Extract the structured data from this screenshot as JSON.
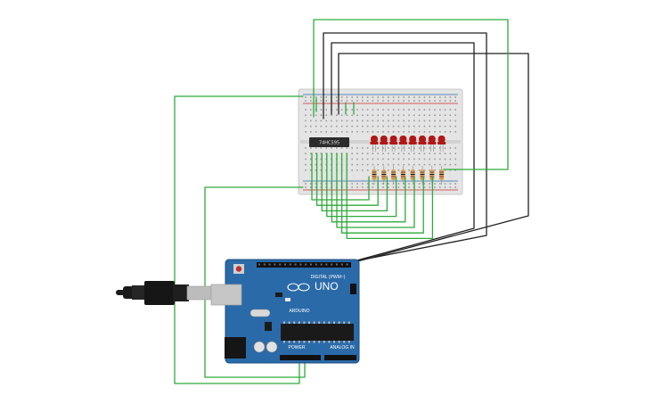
{
  "breadboard": {
    "rows": 10,
    "cols": 30
  },
  "shift_register": {
    "label": "74HC595"
  },
  "leds": {
    "count": 8,
    "color": "#b01818"
  },
  "resistors": {
    "count": 8
  },
  "arduino": {
    "model": "UNO",
    "brand": "ARDUINO",
    "digital_label": "DIGITAL (PWM~)",
    "power_label": "POWER",
    "analog_label": "ANALOG IN",
    "board_color": "#2a6aa8"
  },
  "wire_colors": {
    "green": "#2faa3a",
    "black": "#222222"
  }
}
